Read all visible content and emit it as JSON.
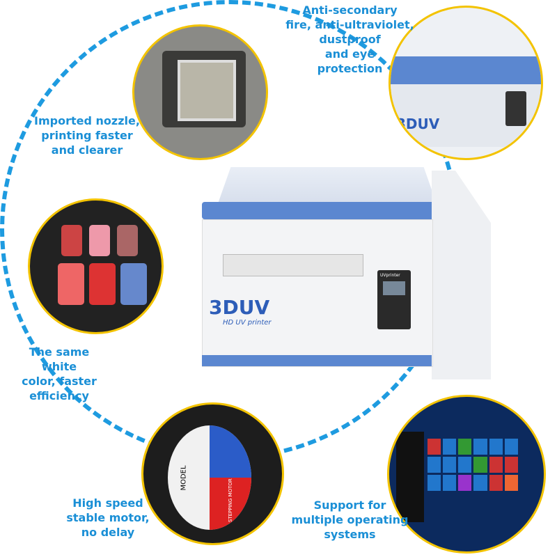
{
  "features": [
    {
      "id": "nozzle",
      "label_lines": [
        "Imported nozzle,",
        "printing faster",
        "and clearer"
      ]
    },
    {
      "id": "cover",
      "label_lines": [
        "Anti-secondary",
        "fire, anti-ultraviolet,",
        "dustproof",
        "and eye",
        "protection"
      ]
    },
    {
      "id": "white",
      "label_lines": [
        "The same white",
        "color, faster",
        "efficiency"
      ]
    },
    {
      "id": "motor",
      "label_lines": [
        "High speed",
        "stable motor,",
        "no delay"
      ]
    },
    {
      "id": "os",
      "label_lines": [
        "Support for",
        "multiple operating",
        "systems"
      ]
    }
  ],
  "printer": {
    "logo": "3DUV",
    "tagline": "HD UV printer",
    "panel_label": "UVprinter"
  },
  "motor": {
    "model_label": "MODEL",
    "motor_label": "STEPPING MOTOR"
  },
  "colors": {
    "accent_text": "#1a8fd6",
    "dash_ring": "#1e9be0",
    "circle_border": "#f3c300",
    "printer_blue": "#5b87d0"
  }
}
